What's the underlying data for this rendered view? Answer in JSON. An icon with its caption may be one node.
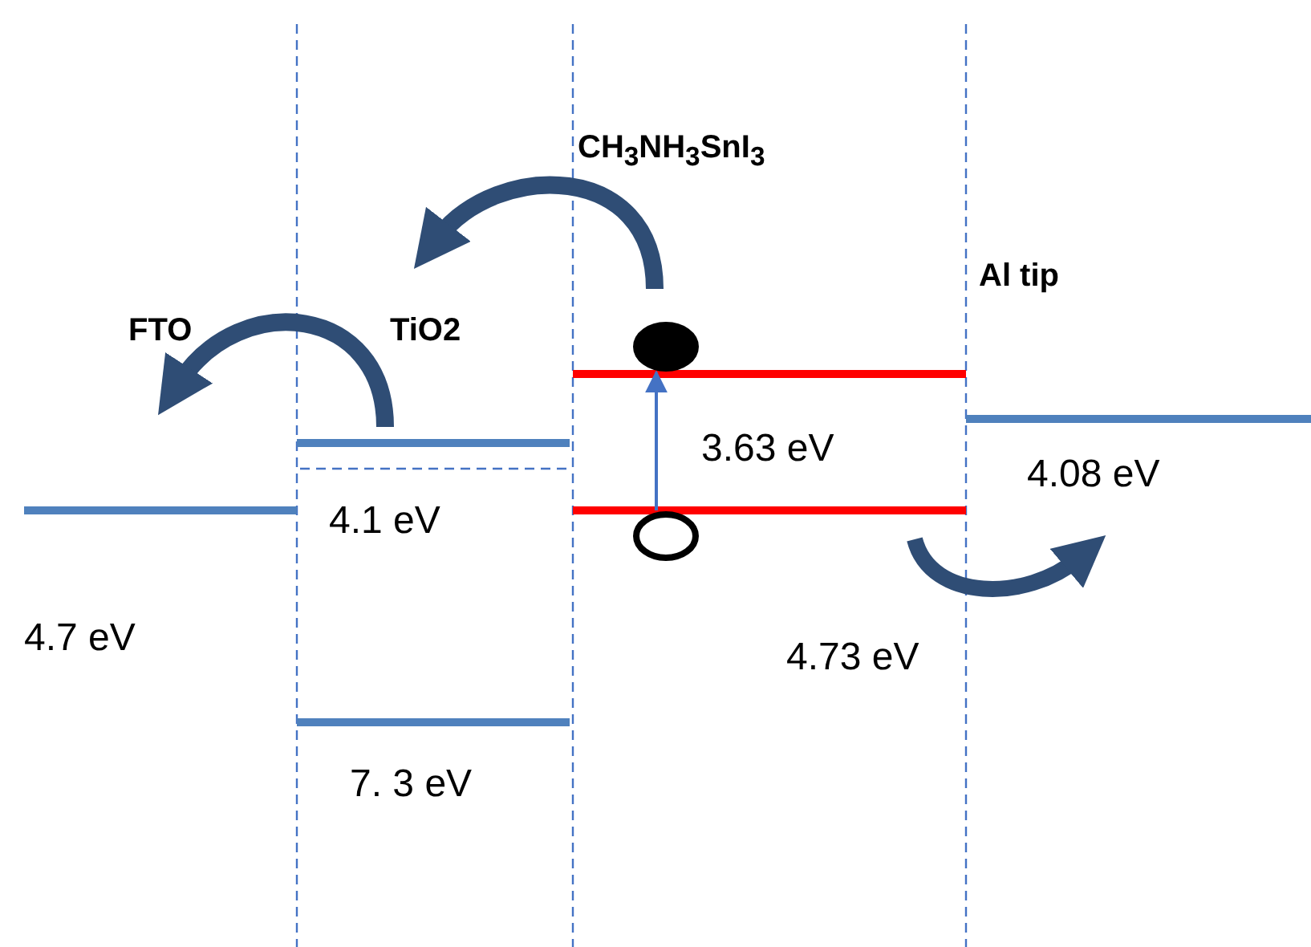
{
  "diagram": {
    "nodes": [
      {
        "text": [],
        "shape": "circle"
      },
      {
        "text": [],
        "shape": "circle"
      }
    ],
    "edges": [
      {
        "from": 1,
        "to": 0,
        "arrow": "to"
      }
    ],
    "labels": [
      "CH$_{3}$NH$_{3}$SnI$_{3}$",
      "Al tip",
      "FTO",
      "**TiO**2",
      "3.63 eV",
      "4.08 eV",
      "4.1 eV",
      "4.7 eV",
      "4.73 eV",
      "7. 3 eV"
    ]
  }
}
